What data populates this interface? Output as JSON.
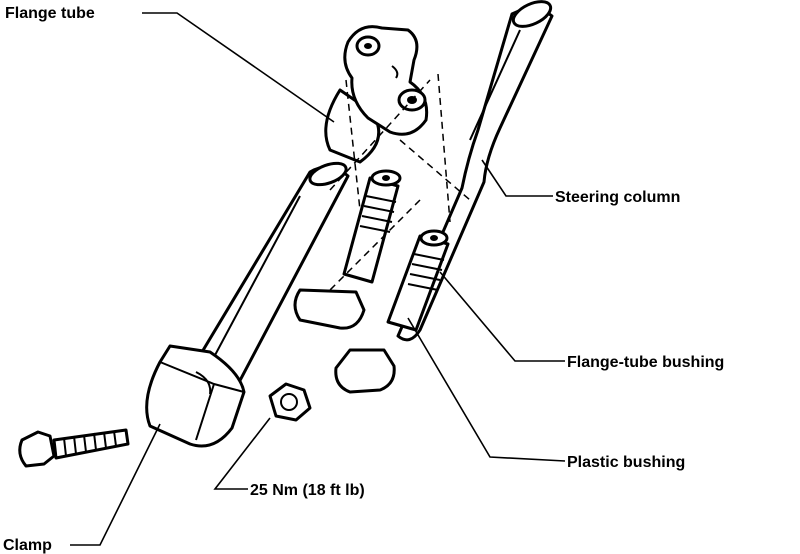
{
  "labels": {
    "flange_tube": "Flange tube",
    "steering_column": "Steering column",
    "flange_tube_bushing": "Flange-tube bushing",
    "plastic_bushing": "Plastic bushing",
    "torque": "25 Nm (18 ft lb)",
    "clamp": "Clamp"
  }
}
